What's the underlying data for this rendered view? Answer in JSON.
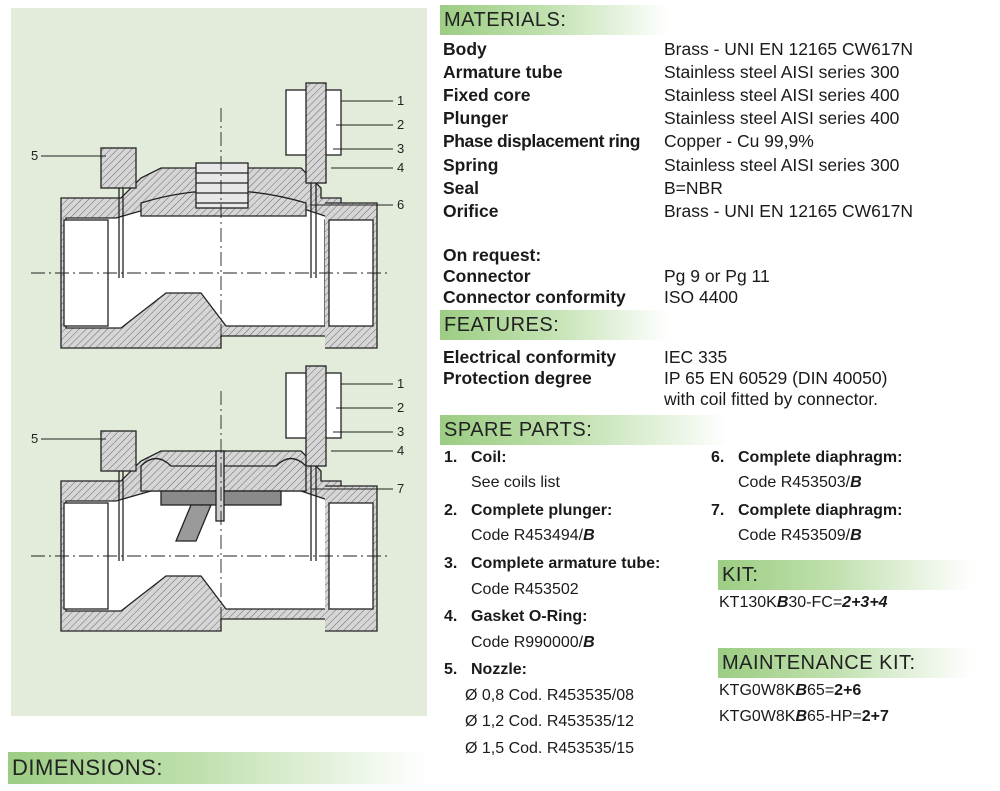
{
  "materials": {
    "header": "MATERIALS:",
    "rows": [
      {
        "label": "Body",
        "value": "Brass - UNI EN 12165 CW617N"
      },
      {
        "label": "Armature tube",
        "value": "Stainless steel AISI series 300"
      },
      {
        "label": "Fixed core",
        "value": "Stainless steel AISI series 400"
      },
      {
        "label": "Plunger",
        "value": "Stainless steel AISI series 400"
      },
      {
        "label": "Phase displacement ring",
        "value": "Copper - Cu 99,9%"
      },
      {
        "label": "Spring",
        "value": "Stainless steel AISI series 300"
      },
      {
        "label": "Seal",
        "value": "B=NBR"
      },
      {
        "label": "Orifice",
        "value": "Brass - UNI EN 12165 CW617N"
      }
    ],
    "on_request": "On request:",
    "request_rows": [
      {
        "label": "Connector",
        "value": "Pg 9 or Pg 11"
      },
      {
        "label": "Connector conformity",
        "value": "ISO 4400"
      }
    ]
  },
  "features": {
    "header": "FEATURES:",
    "rows": [
      {
        "label": "Electrical conformity",
        "value": "IEC 335"
      },
      {
        "label": "Protection degree",
        "value": "IP 65 EN 60529 (DIN 40050)",
        "value2": "with coil fitted by connector."
      }
    ]
  },
  "spare_parts": {
    "header": "SPARE PARTS:",
    "items": [
      {
        "num": "1.",
        "title": "Coil:",
        "line": "See coils list"
      },
      {
        "num": "2.",
        "title": "Complete plunger:",
        "code": "Code R453494/",
        "suffix": "B"
      },
      {
        "num": "3.",
        "title": "Complete armature tube:",
        "code": "Code R453502"
      },
      {
        "num": "4.",
        "title": "Gasket O-Ring:",
        "code": "Code R990000/",
        "suffix": "B"
      },
      {
        "num": "5.",
        "title": "Nozzle:",
        "lines": [
          "Ø 0,8 Cod. R453535/08",
          "Ø 1,2 Cod. R453535/12",
          "Ø 1,5 Cod. R453535/15"
        ]
      },
      {
        "num": "6.",
        "title": "Complete diaphragm:",
        "code": "Code R453503/",
        "suffix": "B"
      },
      {
        "num": "7.",
        "title": "Complete diaphragm:",
        "code": "Code R453509/",
        "suffix": "B"
      }
    ]
  },
  "kit": {
    "header": "KIT:",
    "code": {
      "a": "KT130K",
      "b": "B",
      "c": "30-FC=",
      "d": "2+3+4"
    }
  },
  "maintenance_kit": {
    "header": "MAINTENANCE KIT:",
    "lines": [
      {
        "a": "KTG0W8K",
        "b": "B",
        "c": "65=",
        "d": "2+6"
      },
      {
        "a": "KTG0W8K",
        "b": "B",
        "c": "65-HP=",
        "d": "2+7"
      }
    ]
  },
  "dimensions": {
    "header": "DIMENSIONS:"
  },
  "drawing": {
    "top_callouts": [
      "1",
      "2",
      "3",
      "4",
      "5",
      "6"
    ],
    "bottom_callouts": [
      "1",
      "2",
      "3",
      "4",
      "5",
      "7"
    ]
  }
}
